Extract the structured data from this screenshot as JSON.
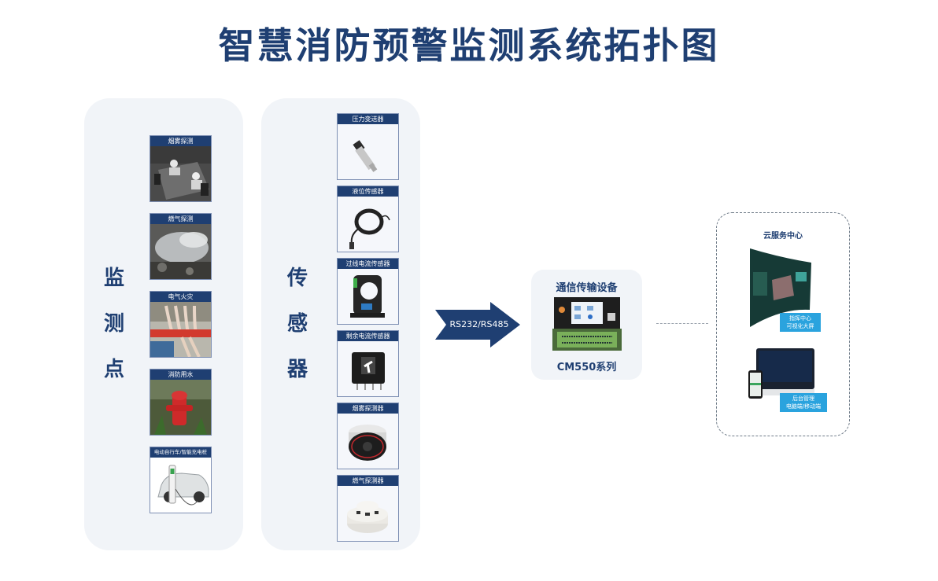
{
  "title": "智慧消防预警监测系统拓扑图",
  "monitoring_points": {
    "label_chars": [
      "监",
      "测",
      "点"
    ],
    "items": [
      {
        "label": "烟雾探测",
        "image": "conference-room-smoke-camera"
      },
      {
        "label": "燃气探测",
        "image": "gas-leak-spray"
      },
      {
        "label": "电气火灾",
        "image": "electrical-cabinet-wiring"
      },
      {
        "label": "消防用水",
        "image": "red-fire-hydrant"
      },
      {
        "label": "电动自行车/智能充电桩",
        "image": "ev-charging-station-car"
      }
    ]
  },
  "sensors": {
    "label_chars": [
      "传",
      "感",
      "器"
    ],
    "items": [
      {
        "label": "压力变送器",
        "image": "pressure-transmitter"
      },
      {
        "label": "液位传感器",
        "image": "liquid-level-sensor-cable"
      },
      {
        "label": "过线电流传感器",
        "image": "through-hole-current-sensor"
      },
      {
        "label": "剩余电流传感器",
        "image": "residual-current-sensor"
      },
      {
        "label": "烟雾探测器",
        "image": "smoke-detector"
      },
      {
        "label": "燃气探测器",
        "image": "gas-detector"
      }
    ]
  },
  "connection": {
    "label": "RS232/RS485"
  },
  "communication_device": {
    "title": "通信传输设备",
    "model": "CM550系列"
  },
  "cloud_center": {
    "title": "云服务中心",
    "items": [
      {
        "line1": "指挥中心",
        "line2": "可视化大屏"
      },
      {
        "line1": "后台管理",
        "line2": "电脑端/移动端"
      }
    ]
  },
  "colors": {
    "primary": "#1f3f72",
    "panel_bg": "#f1f4f8",
    "tag_blue": "#2aa3de"
  }
}
